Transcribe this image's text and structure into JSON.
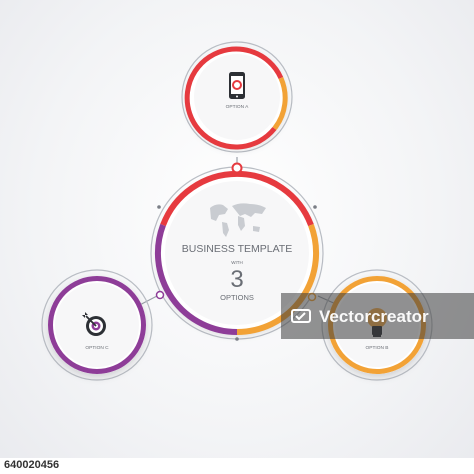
{
  "center": {
    "title": "BUSINESS TEMPLATE",
    "with_label": "WITH",
    "number": "3",
    "options_label": "OPTIONS"
  },
  "options": [
    {
      "label": "OPTION A",
      "icon": "smartphone-icon",
      "color": "#e63a3f"
    },
    {
      "label": "OPTION B",
      "icon": "lightbulb-icon",
      "color": "#f2a236"
    },
    {
      "label": "OPTION C",
      "icon": "target-icon",
      "color": "#8e3d98"
    }
  ],
  "colors": {
    "red": "#e63a3f",
    "orange": "#f2a236",
    "purple": "#8e3d98",
    "line": "#9aa0a8"
  },
  "watermark": {
    "brand": "Vectorcreator"
  },
  "stock_id": "640020456"
}
